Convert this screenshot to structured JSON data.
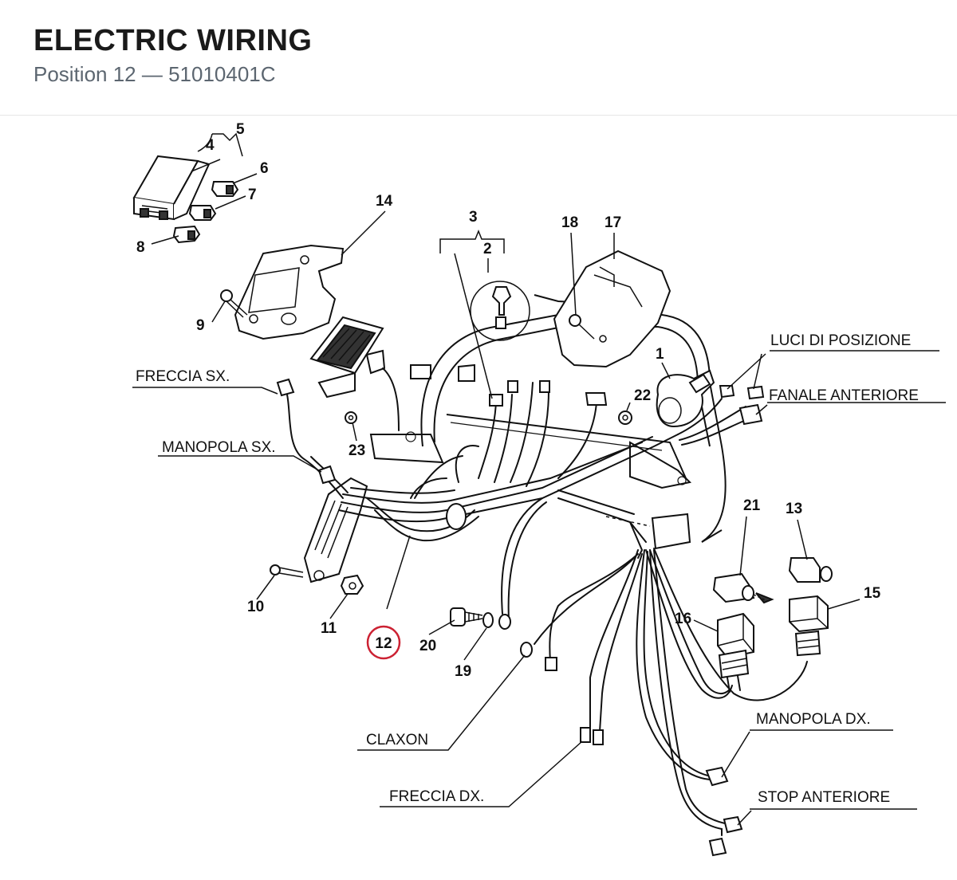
{
  "header": {
    "title": "ELECTRIC WIRING",
    "subtitle": "Position 12 — 51010401C"
  },
  "highlight": {
    "label": "12",
    "color": "#cc2233"
  },
  "callouts": {
    "n1": "1",
    "n2": "2",
    "n3": "3",
    "n4": "4",
    "n5": "5",
    "n6": "6",
    "n7": "7",
    "n8": "8",
    "n9": "9",
    "n10": "10",
    "n11": "11",
    "n13": "13",
    "n14": "14",
    "n15": "15",
    "n16": "16",
    "n17": "17",
    "n18": "18",
    "n19": "19",
    "n20": "20",
    "n21": "21",
    "n22": "22",
    "n23": "23"
  },
  "texts": {
    "freccia_sx": "FRECCIA SX.",
    "manopola_sx": "MANOPOLA SX.",
    "luci_posizione": "LUCI DI POSIZIONE",
    "fanale_anteriore": "FANALE ANTERIORE",
    "claxon": "CLAXON",
    "freccia_dx": "FRECCIA DX.",
    "manopola_dx": "MANOPOLA DX.",
    "stop_anteriore": "STOP ANTERIORE"
  }
}
